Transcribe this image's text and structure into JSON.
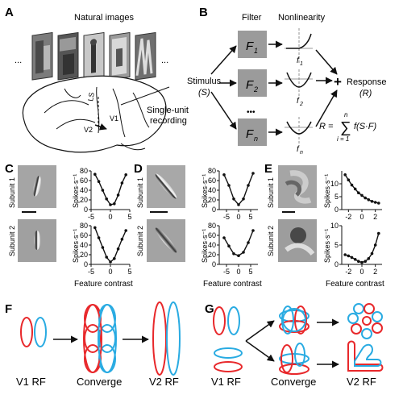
{
  "panels": {
    "a": "A",
    "b": "B",
    "c": "C",
    "d": "D",
    "e": "E",
    "f": "F",
    "g": "G"
  },
  "panel_a": {
    "natural_images": "Natural images",
    "ellipsis": "...",
    "ls": "LS",
    "v1": "V1",
    "v2": "V2",
    "recording_line1": "Single-unit",
    "recording_line2": "recording"
  },
  "panel_b": {
    "filter_header": "Filter",
    "nonlinearity_header": "Nonlinearity",
    "stimulus": "Stimulus",
    "stimulus_sym": "(S)",
    "response": "Response",
    "response_sym": "(R)",
    "plus": "+",
    "vdots": "•••",
    "filters": [
      {
        "main": "F",
        "sub": "1"
      },
      {
        "main": "F",
        "sub": "2"
      },
      {
        "main": "F",
        "sub": "n"
      }
    ],
    "nonlins": [
      {
        "main": "f",
        "sub": "1"
      },
      {
        "main": "f",
        "sub": "2"
      },
      {
        "main": "f",
        "sub": "n"
      }
    ],
    "eq_lhs": "R =",
    "eq_sum": "∑",
    "eq_upper": "n",
    "eq_lower": "i = 1",
    "eq_body": "f(S·F)"
  },
  "panels_cde": {
    "subunit1": "Subunit 1",
    "subunit2": "Subunit 2",
    "ylabel": "Spikes·s⁻¹",
    "xlabel": "Feature contrast"
  },
  "panel_f": {
    "v1": "V1 RF",
    "converge": "Converge",
    "v2": "V2 RF"
  },
  "panel_g": {
    "v1": "V1 RF",
    "converge": "Converge",
    "v2": "V2 RF"
  },
  "colors": {
    "red": "#e8282b",
    "blue": "#29abe2",
    "gray": "#9a9a9a"
  },
  "chart_data": [
    {
      "panel": "C",
      "subunit": "1",
      "type": "line",
      "x": [
        -4,
        -3,
        -2,
        -1,
        0,
        1,
        2,
        3,
        4
      ],
      "y": [
        73,
        58,
        40,
        22,
        10,
        12,
        30,
        55,
        72
      ],
      "xticks": [
        -5,
        0,
        5
      ],
      "yticks": [
        0,
        20,
        40,
        60,
        80
      ],
      "xlabel": "",
      "ylabel": "Spikes·s⁻¹",
      "xlim": [
        -5,
        5
      ],
      "ylim": [
        0,
        80
      ]
    },
    {
      "panel": "C",
      "subunit": "2",
      "type": "line",
      "x": [
        -4,
        -3,
        -2,
        -1,
        0,
        1,
        2,
        3,
        4
      ],
      "y": [
        76,
        55,
        35,
        15,
        5,
        12,
        32,
        52,
        70
      ],
      "xticks": [
        -5,
        0,
        5
      ],
      "yticks": [
        0,
        20,
        40,
        60,
        80
      ],
      "xlabel": "Feature contrast",
      "ylabel": "Spikes·s⁻¹",
      "xlim": [
        -5,
        5
      ],
      "ylim": [
        0,
        80
      ]
    },
    {
      "panel": "D",
      "subunit": "1",
      "type": "line",
      "x": [
        -6,
        -4,
        -2,
        0,
        2,
        4,
        6
      ],
      "y": [
        72,
        50,
        22,
        10,
        22,
        50,
        75
      ],
      "xticks": [
        -5,
        0,
        5
      ],
      "yticks": [
        0,
        20,
        40,
        60,
        80
      ],
      "xlabel": "",
      "ylabel": "Spikes·s⁻¹",
      "xlim": [
        -8,
        8
      ],
      "ylim": [
        0,
        80
      ]
    },
    {
      "panel": "D",
      "subunit": "2",
      "type": "line",
      "x": [
        -6,
        -4,
        -2,
        0,
        2,
        4,
        6
      ],
      "y": [
        55,
        38,
        22,
        18,
        25,
        45,
        70
      ],
      "xticks": [
        -5,
        0,
        5
      ],
      "yticks": [
        0,
        20,
        40,
        60,
        80
      ],
      "xlabel": "Feature contrast",
      "ylabel": "Spikes·s⁻¹",
      "xlim": [
        -8,
        8
      ],
      "ylim": [
        0,
        80
      ]
    },
    {
      "panel": "E",
      "subunit": "1",
      "type": "line",
      "x": [
        -2.5,
        -2,
        -1.5,
        -1,
        -0.5,
        0,
        0.5,
        1,
        1.5,
        2,
        2.5
      ],
      "y": [
        13.5,
        11.5,
        9.5,
        8,
        6.5,
        5.5,
        4.5,
        3.8,
        3.2,
        2.8,
        2.5
      ],
      "xticks": [
        -2,
        0,
        2
      ],
      "yticks": [
        0,
        5,
        10
      ],
      "xlabel": "",
      "ylabel": "Spikes·s⁻¹",
      "xlim": [
        -3,
        3
      ],
      "ylim": [
        0,
        15
      ]
    },
    {
      "panel": "E",
      "subunit": "2",
      "type": "line",
      "x": [
        -2.5,
        -2,
        -1.5,
        -1,
        -0.5,
        0,
        0.5,
        1,
        1.5,
        2,
        2.5
      ],
      "y": [
        2.5,
        2.2,
        1.8,
        1.3,
        0.8,
        0.5,
        0.8,
        1.5,
        2.8,
        5,
        8
      ],
      "xticks": [
        -2,
        0,
        2
      ],
      "yticks": [
        0,
        5,
        10
      ],
      "xlabel": "Feature contrast",
      "ylabel": "Spikes·s⁻¹",
      "xlim": [
        -3,
        3
      ],
      "ylim": [
        0,
        10
      ]
    }
  ]
}
